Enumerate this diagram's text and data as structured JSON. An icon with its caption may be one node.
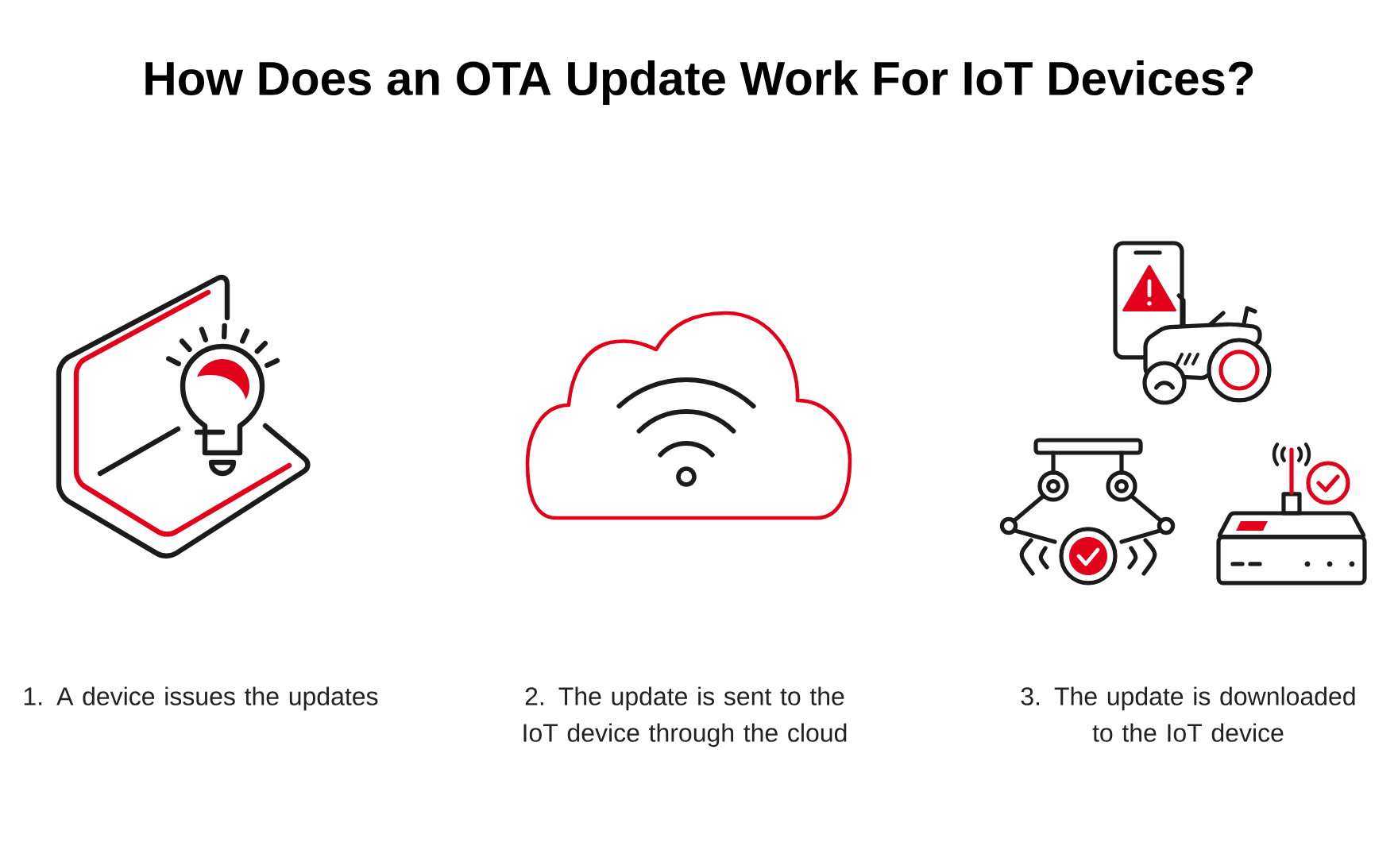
{
  "diagram": {
    "title": "How Does an OTA Update Work For IoT Devices?",
    "labels": [
      "1. A device issues the updates",
      "2. The update is sent to the IoT device through the cloud",
      "3. The update is downloaded to the IoT device"
    ]
  }
}
